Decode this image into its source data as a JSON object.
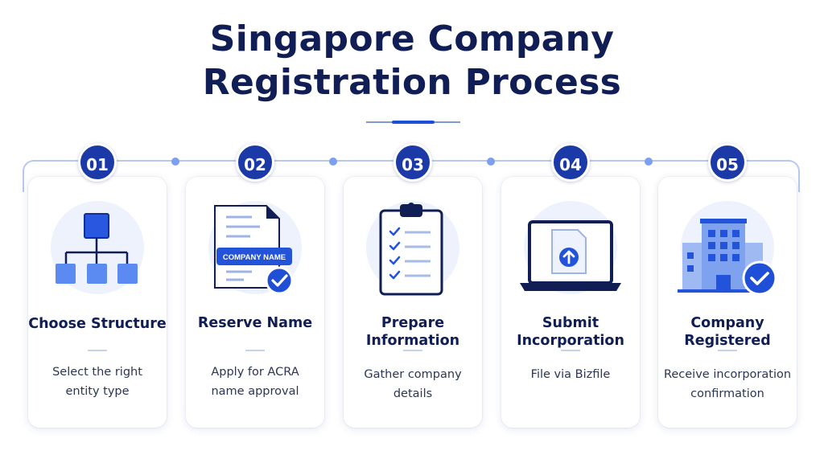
{
  "title_lines": [
    "Singapore Company",
    "Registration Process"
  ],
  "colors": {
    "navy": "#101e55",
    "accent": "#1c4fd8",
    "icon_blue": "#4677e8",
    "icon_bg": "#eef2fc"
  },
  "steps": [
    {
      "number": "01",
      "title": [
        "Choose Structure"
      ],
      "description": [
        "Select the right",
        "entity type"
      ],
      "icon": "org-chart-icon"
    },
    {
      "number": "02",
      "title": [
        "Reserve Name"
      ],
      "description": [
        "Apply for ACRA",
        "name approval"
      ],
      "icon": "document-name-check-icon",
      "icon_label": "COMPANY NAME"
    },
    {
      "number": "03",
      "title": [
        "Prepare",
        "Information"
      ],
      "description": [
        "Gather company",
        "details"
      ],
      "icon": "clipboard-checklist-icon"
    },
    {
      "number": "04",
      "title": [
        "Submit",
        "Incorporation"
      ],
      "description": [
        "File via Bizfile"
      ],
      "icon": "laptop-upload-icon"
    },
    {
      "number": "05",
      "title": [
        "Company",
        "Registered"
      ],
      "description": [
        "Receive incorporation",
        "confirmation"
      ],
      "icon": "building-check-icon"
    }
  ]
}
